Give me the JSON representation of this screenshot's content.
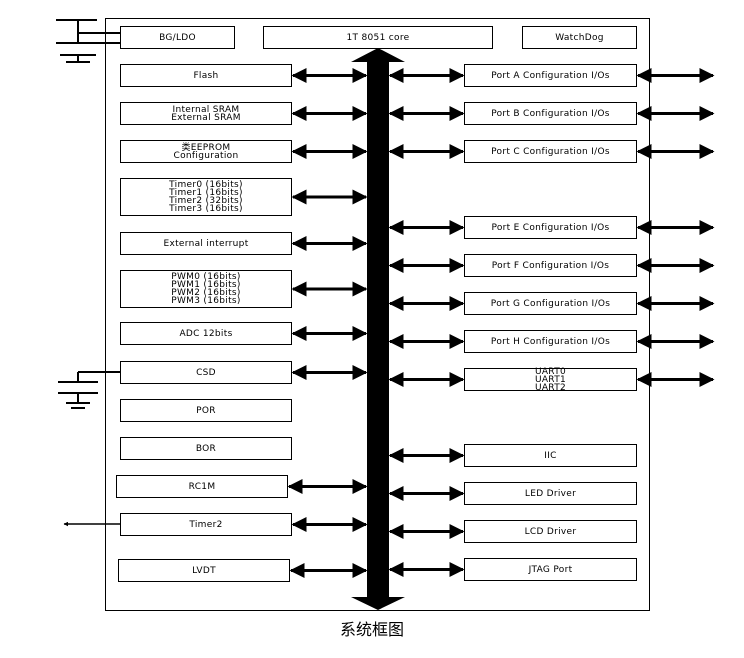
{
  "top_row": [
    {
      "name": "bg-ldo-block",
      "lines": [
        "BG/LDO"
      ]
    },
    {
      "name": "cpu-core-block",
      "lines": [
        "1T 8051 core"
      ]
    },
    {
      "name": "watchdog-block",
      "lines": [
        "WatchDog"
      ]
    }
  ],
  "left_blocks": [
    {
      "name": "flash-block",
      "lines": [
        "Flash"
      ]
    },
    {
      "name": "sram-block",
      "lines": [
        "Internal SRAM",
        "External SRAM"
      ]
    },
    {
      "name": "eeprom-block",
      "lines": [
        "类EEPROM",
        "Configuration"
      ]
    },
    {
      "name": "timers-block",
      "lines": [
        "Timer0 (16bits)",
        "Timer1 (16bits)",
        "Timer2 (32bits)",
        "Timer3 (16bits)"
      ]
    },
    {
      "name": "external-interrupt-block",
      "lines": [
        "External interrupt"
      ]
    },
    {
      "name": "pwm-block",
      "lines": [
        "PWM0 (16bits)",
        "PWM1 (16bits)",
        "PWM2 (16bits)",
        "PWM3 (16bits)"
      ]
    },
    {
      "name": "adc-block",
      "lines": [
        "ADC 12bits"
      ]
    },
    {
      "name": "csd-block",
      "lines": [
        "CSD"
      ]
    },
    {
      "name": "por-block",
      "lines": [
        "POR"
      ]
    },
    {
      "name": "bor-block",
      "lines": [
        "BOR"
      ]
    },
    {
      "name": "rc1m-block",
      "lines": [
        "RC1M"
      ]
    },
    {
      "name": "timer2-block",
      "lines": [
        "Timer2"
      ]
    },
    {
      "name": "lvdt-block",
      "lines": [
        "LVDT"
      ]
    }
  ],
  "right_blocks": [
    {
      "name": "port-a-block",
      "lines": [
        "Port A Configuration I/Os"
      ]
    },
    {
      "name": "port-b-block",
      "lines": [
        "Port B Configuration I/Os"
      ]
    },
    {
      "name": "port-c-block",
      "lines": [
        "Port C Configuration I/Os"
      ]
    },
    {
      "name": "port-e-block",
      "lines": [
        "Port E Configuration I/Os"
      ]
    },
    {
      "name": "port-f-block",
      "lines": [
        "Port F Configuration I/Os"
      ]
    },
    {
      "name": "port-g-block",
      "lines": [
        "Port G Configuration I/Os"
      ]
    },
    {
      "name": "port-h-block",
      "lines": [
        "Port H Configuration I/Os"
      ]
    },
    {
      "name": "uart-block",
      "lines": [
        "UART0",
        "UART1",
        "UART2"
      ]
    },
    {
      "name": "iic-block",
      "lines": [
        "IIC"
      ]
    },
    {
      "name": "led-driver-block",
      "lines": [
        "LED Driver"
      ]
    },
    {
      "name": "lcd-driver-block",
      "lines": [
        "LCD Driver"
      ]
    },
    {
      "name": "jtag-port-block",
      "lines": [
        "JTAG Port"
      ]
    }
  ],
  "caption": "系统框图"
}
